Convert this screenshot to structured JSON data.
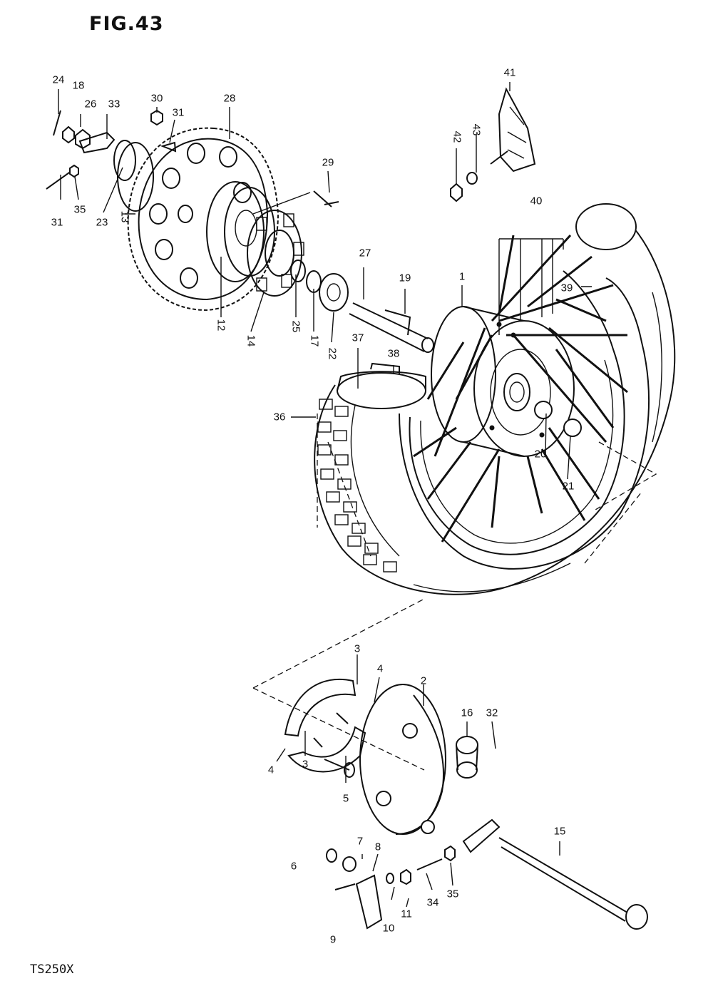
{
  "figure": {
    "title": "FIG.43",
    "model": "TS250X"
  },
  "labels": [
    {
      "id": "24",
      "text": "24"
    },
    {
      "id": "18",
      "text": "18"
    },
    {
      "id": "26",
      "text": "26"
    },
    {
      "id": "33a",
      "text": "33"
    },
    {
      "id": "30",
      "text": "30"
    },
    {
      "id": "31a",
      "text": "31"
    },
    {
      "id": "28",
      "text": "28"
    },
    {
      "id": "29",
      "text": "29"
    },
    {
      "id": "31b",
      "text": "31"
    },
    {
      "id": "35a",
      "text": "35"
    },
    {
      "id": "23",
      "text": "23"
    },
    {
      "id": "13",
      "text": "13"
    },
    {
      "id": "12",
      "text": "12"
    },
    {
      "id": "14",
      "text": "14"
    },
    {
      "id": "25",
      "text": "25"
    },
    {
      "id": "17",
      "text": "17"
    },
    {
      "id": "22",
      "text": "22"
    },
    {
      "id": "27",
      "text": "27"
    },
    {
      "id": "19",
      "text": "19"
    },
    {
      "id": "37",
      "text": "37"
    },
    {
      "id": "38",
      "text": "38"
    },
    {
      "id": "36",
      "text": "36"
    },
    {
      "id": "1",
      "text": "1"
    },
    {
      "id": "40",
      "text": "40"
    },
    {
      "id": "39",
      "text": "39"
    },
    {
      "id": "41",
      "text": "41"
    },
    {
      "id": "42",
      "text": "42"
    },
    {
      "id": "43",
      "text": "43"
    },
    {
      "id": "20",
      "text": "20"
    },
    {
      "id": "21",
      "text": "21"
    },
    {
      "id": "3a",
      "text": "3"
    },
    {
      "id": "4a",
      "text": "4"
    },
    {
      "id": "2",
      "text": "2"
    },
    {
      "id": "4b",
      "text": "4"
    },
    {
      "id": "3b",
      "text": "3"
    },
    {
      "id": "5",
      "text": "5"
    },
    {
      "id": "16",
      "text": "16"
    },
    {
      "id": "32",
      "text": "32"
    },
    {
      "id": "15",
      "text": "15"
    },
    {
      "id": "7",
      "text": "7"
    },
    {
      "id": "6",
      "text": "6"
    },
    {
      "id": "8",
      "text": "8"
    },
    {
      "id": "9",
      "text": "9"
    },
    {
      "id": "10",
      "text": "10"
    },
    {
      "id": "11",
      "text": "11"
    },
    {
      "id": "34",
      "text": "34"
    },
    {
      "id": "35b",
      "text": "35"
    }
  ]
}
